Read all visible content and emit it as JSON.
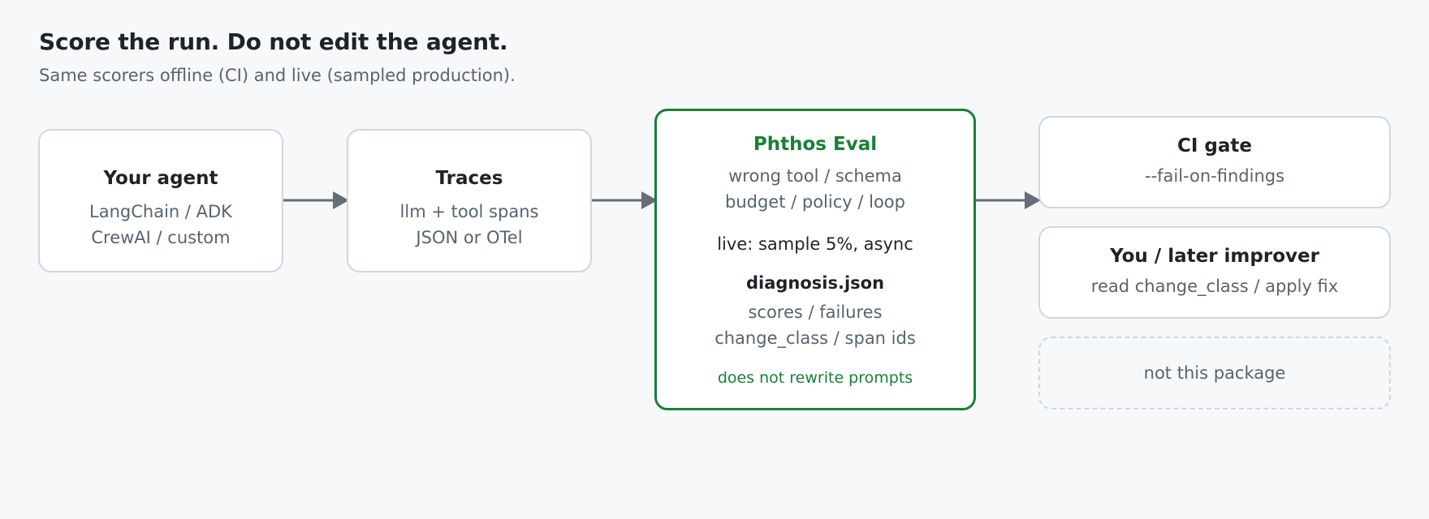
{
  "header": {
    "title": "Score the run. Do not edit the agent.",
    "subtitle": "Same scorers offline (CI) and live (sampled production)."
  },
  "agent": {
    "title": "Your agent",
    "lines": [
      "LangChain / ADK",
      "CrewAI / custom"
    ]
  },
  "traces": {
    "title": "Traces",
    "lines": [
      "llm + tool spans",
      "JSON or OTel"
    ]
  },
  "eval": {
    "title": "Phthos Eval",
    "checks": [
      "wrong tool / schema",
      "budget / policy / loop"
    ],
    "live_note": "live: sample 5%, async",
    "output_title": "diagnosis.json",
    "output_lines": [
      "scores / failures",
      "change_class / span ids"
    ],
    "disclaimer": "does not rewrite prompts"
  },
  "ci_gate": {
    "title": "CI gate",
    "line": "--fail-on-findings"
  },
  "improver": {
    "title": "You / later improver",
    "line": "read change_class / apply fix"
  },
  "out_of_scope": {
    "label": "not this package"
  },
  "colors": {
    "background": "#f6f8fa",
    "accent_green": "#1a7f37",
    "border": "#d0d7de",
    "arrow": "#656d76"
  }
}
